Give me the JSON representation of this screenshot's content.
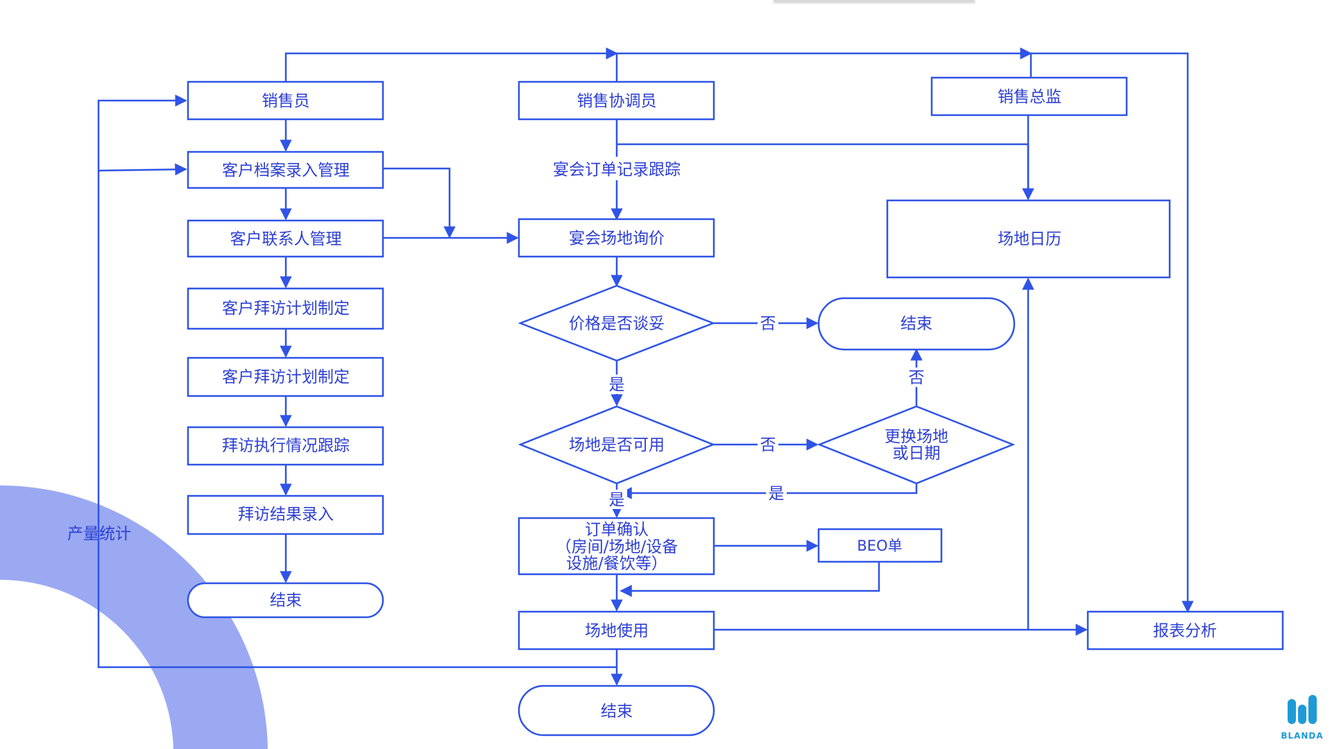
{
  "colors": {
    "accent": "#2f54e6",
    "text": "#2d3fd4",
    "decor_arc": "#9aa9f2",
    "logo": "#1e9bd6"
  },
  "nodes": {
    "salesperson": "销售员",
    "coordinator": "销售协调员",
    "director": "销售总监",
    "customer_profile": "客户档案录入管理",
    "customer_contact": "客户联系人管理",
    "visit_plan_1": "客户拜访计划制定",
    "visit_plan_2": "客户拜访计划制定",
    "visit_tracking": "拜访执行情况跟踪",
    "visit_result": "拜访结果录入",
    "end_left": "结束",
    "banquet_order_tracking": "宴会订单记录跟踪",
    "venue_inquiry": "宴会场地询价",
    "price_ok": "价格是否谈妥",
    "venue_available": "场地是否可用",
    "change_venue_line1": "更换场地",
    "change_venue_line2": "或日期",
    "end_right": "结束",
    "order_confirm_line1": "订单确认",
    "order_confirm_line2": "（房间/场地/设备",
    "order_confirm_line3": "设施/餐饮等）",
    "beo": "BEO单",
    "venue_use": "场地使用",
    "end_bottom": "结束",
    "venue_calendar": "场地日历",
    "report_analysis": "报表分析"
  },
  "edge_labels": {
    "no_1": "否",
    "no_2": "否",
    "no_3": "否",
    "yes_1": "是",
    "yes_2": "是",
    "yes_3": "是",
    "output_stats": "产量统计"
  },
  "logo": {
    "icon": "blanda-logo-icon",
    "text": "BLANDA"
  }
}
